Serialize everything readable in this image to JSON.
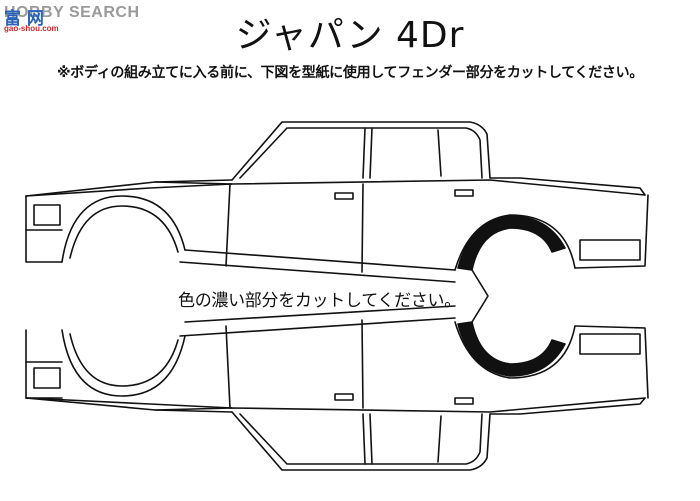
{
  "watermark": {
    "brand_text": "HOBBY SEARCH",
    "kanji": "富 网",
    "domain": "gao-shou.com"
  },
  "title": "ジャパン 4Dr",
  "instruction": "※ボディの組み立てに入る前に、下図を型紙に使用してフェンダー部分をカットしてください。",
  "cut_label": "色の濃い部分をカットしてください。"
}
